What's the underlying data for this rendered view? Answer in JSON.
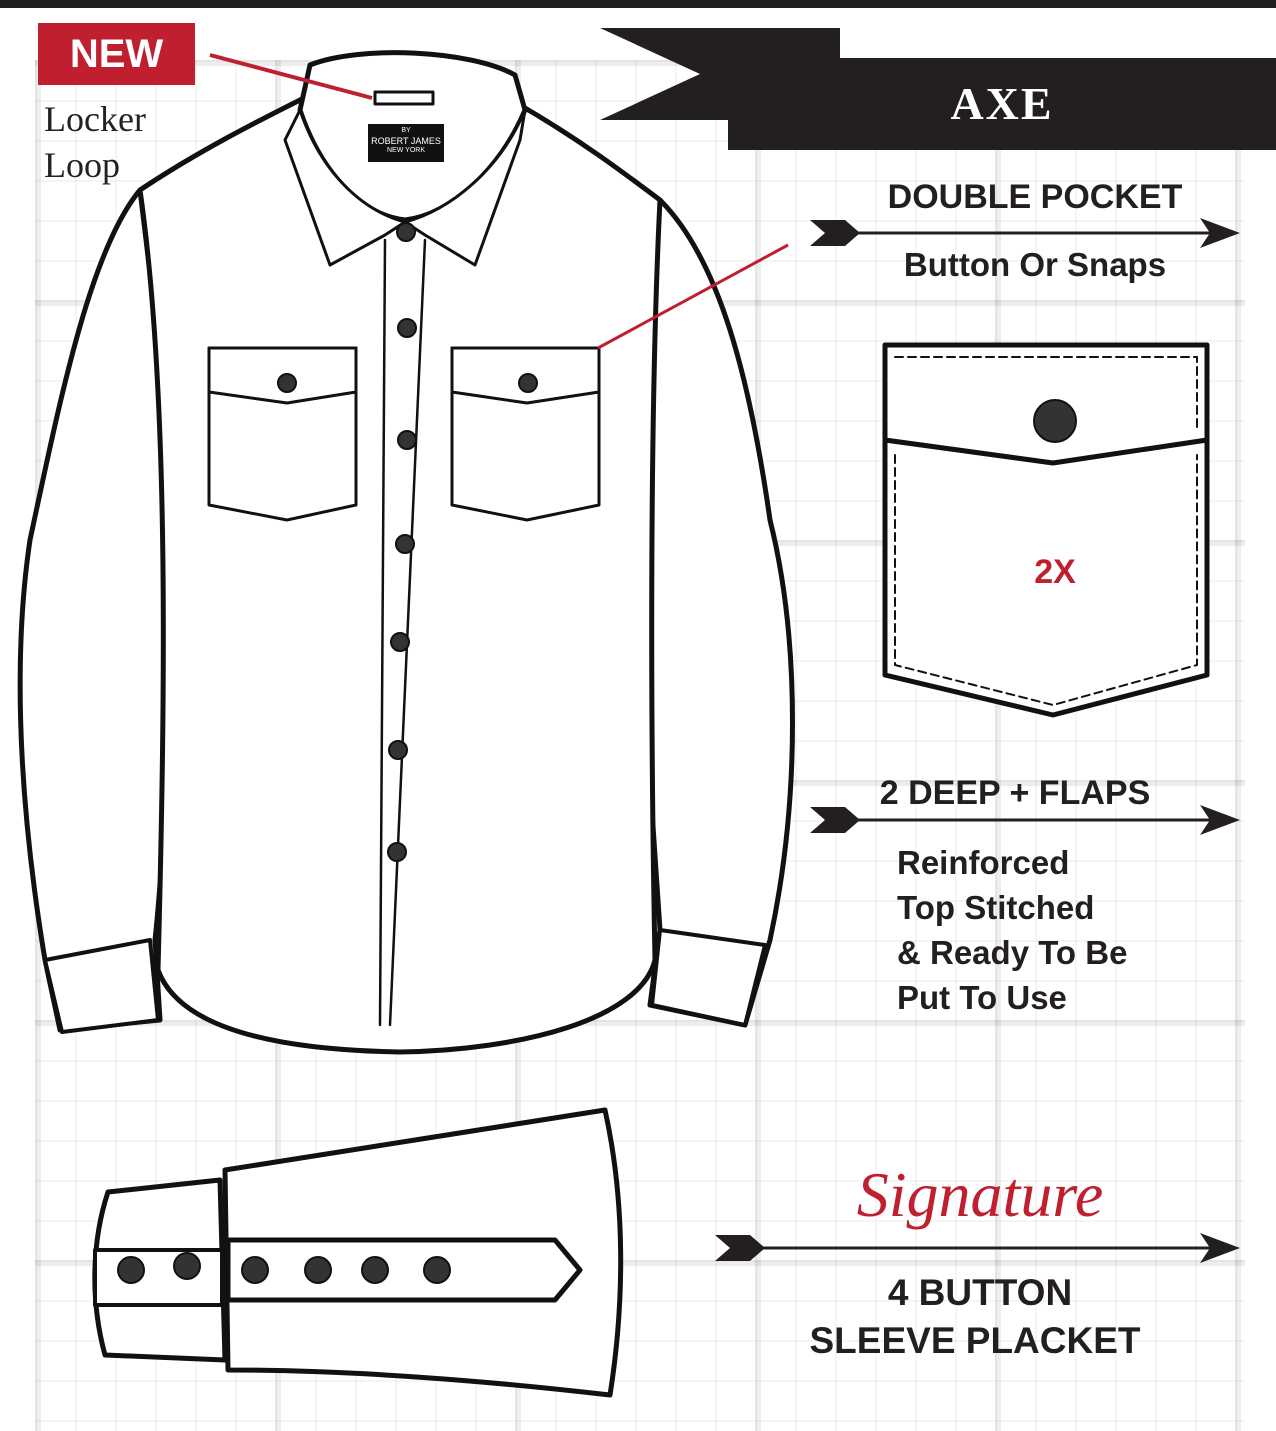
{
  "badge": {
    "label": "NEW",
    "color": "#c01f2f"
  },
  "locker_loop": {
    "line1": "Locker",
    "line2": "Loop"
  },
  "label_tag": {
    "line1": "BY",
    "line2": "ROBERT JAMES",
    "line3": "NEW YORK"
  },
  "banner": {
    "title": "AXE"
  },
  "pocket_feature": {
    "title": "DOUBLE POCKET",
    "subtitle": "Button Or Snaps",
    "count": "2X"
  },
  "flaps_feature": {
    "title": "2 DEEP + FLAPS",
    "lines": [
      "Reinforced",
      "Top Stitched",
      "& Ready To Be",
      "Put To Use"
    ]
  },
  "sleeve_feature": {
    "script": "Signature",
    "line1": "4 BUTTON",
    "line2": "SLEEVE PLACKET"
  },
  "colors": {
    "accent": "#c01f2f",
    "ink": "#231f20"
  }
}
